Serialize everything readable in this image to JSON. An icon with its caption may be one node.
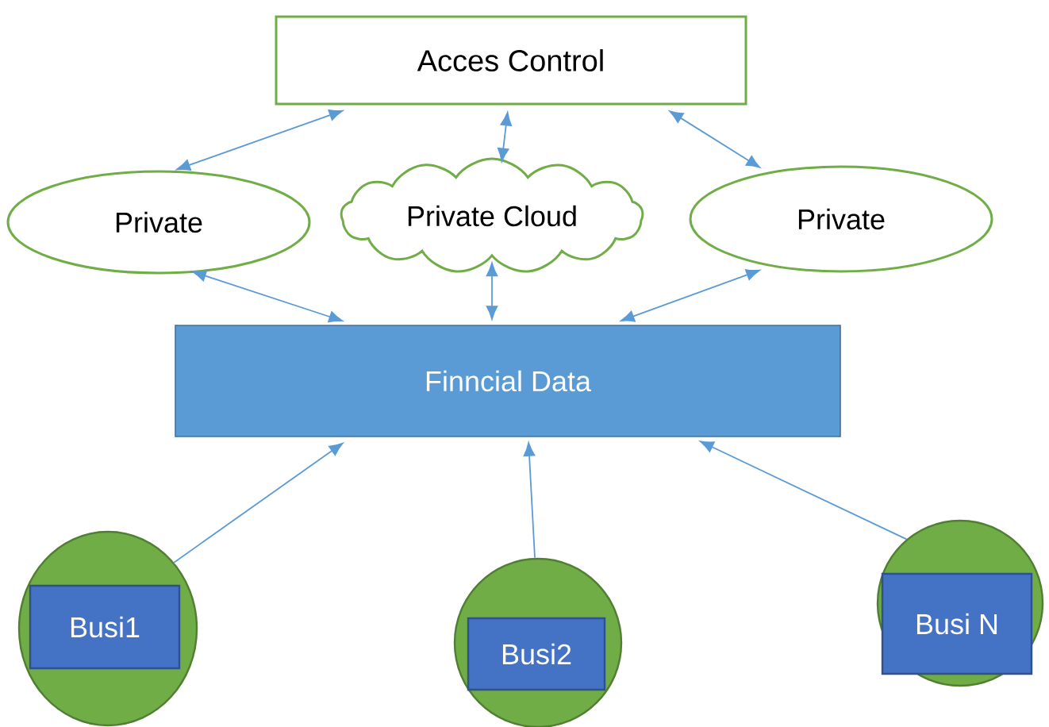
{
  "diagram": {
    "nodes": [
      {
        "text": [
          "Acces Control"
        ]
      },
      {
        "text": [
          "Private"
        ]
      },
      {
        "text": [
          "Private Cloud"
        ]
      },
      {
        "text": [
          "Private"
        ]
      },
      {
        "text": [
          "Finncial Data"
        ]
      },
      {
        "text": [],
        "shape": "circle"
      },
      {
        "text": [
          "Busi1"
        ],
        "in": 5
      },
      {
        "text": [],
        "shape": "circle"
      },
      {
        "text": [
          "Busi2"
        ],
        "in": 7
      },
      {
        "text": [],
        "shape": "circle"
      },
      {
        "text": [
          "Busi N"
        ],
        "in": 9
      }
    ],
    "edges": [
      {
        "from": 1,
        "to": 0,
        "arrow": "both"
      },
      {
        "from": 2,
        "to": 0,
        "arrow": "both"
      },
      {
        "from": 3,
        "to": 0,
        "arrow": "both"
      },
      {
        "from": 1,
        "to": 4,
        "arrow": "both"
      },
      {
        "from": 2,
        "to": 4,
        "arrow": "both"
      },
      {
        "from": 3,
        "to": 4,
        "arrow": "both"
      },
      {
        "from": 5,
        "to": 4,
        "arrow": "to"
      },
      {
        "from": 7,
        "to": 4,
        "arrow": "to"
      },
      {
        "from": 9,
        "to": 4,
        "arrow": "to"
      }
    ]
  }
}
